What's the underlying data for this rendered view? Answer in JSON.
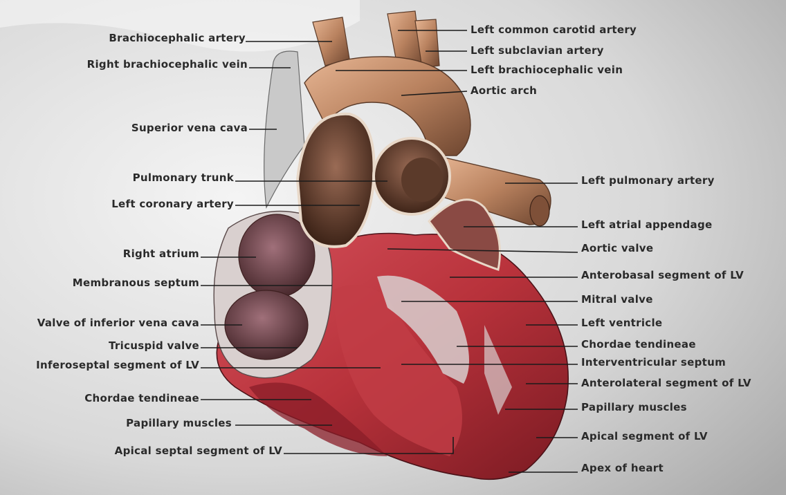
{
  "labels_left": [
    {
      "id": "brachiocephalic-artery",
      "text": "Brachiocephalic artery"
    },
    {
      "id": "right-brachiocephalic-vein",
      "text": "Right brachiocephalic vein"
    },
    {
      "id": "superior-vena-cava",
      "text": "Superior vena cava"
    },
    {
      "id": "pulmonary-trunk",
      "text": "Pulmonary trunk"
    },
    {
      "id": "left-coronary-artery",
      "text": "Left coronary artery"
    },
    {
      "id": "right-atrium",
      "text": "Right atrium"
    },
    {
      "id": "membranous-septum",
      "text": "Membranous septum"
    },
    {
      "id": "valve-of-inferior-vena-cava",
      "text": "Valve of inferior vena cava"
    },
    {
      "id": "tricuspid-valve",
      "text": "Tricuspid valve"
    },
    {
      "id": "inferoseptal-segment-of-lv",
      "text": "Inferoseptal segment of LV"
    },
    {
      "id": "chordae-tendineae-left",
      "text": "Chordae tendineae"
    },
    {
      "id": "papillary-muscles-left",
      "text": "Papillary muscles"
    },
    {
      "id": "apical-septal-segment-of-lv",
      "text": "Apical septal segment of LV"
    }
  ],
  "labels_right": [
    {
      "id": "left-common-carotid-artery",
      "text": "Left common carotid artery"
    },
    {
      "id": "left-subclavian-artery",
      "text": "Left subclavian artery"
    },
    {
      "id": "left-brachiocephalic-vein",
      "text": "Left brachiocephalic vein"
    },
    {
      "id": "aortic-arch",
      "text": "Aortic arch"
    },
    {
      "id": "left-pulmonary-artery",
      "text": "Left pulmonary artery"
    },
    {
      "id": "left-atrial-appendage",
      "text": "Left atrial appendage"
    },
    {
      "id": "aortic-valve",
      "text": "Aortic valve"
    },
    {
      "id": "anterobasal-segment-of-lv",
      "text": "Anterobasal segment of LV"
    },
    {
      "id": "mitral-valve",
      "text": "Mitral valve"
    },
    {
      "id": "left-ventricle",
      "text": "Left ventricle"
    },
    {
      "id": "chordae-tendineae-right",
      "text": "Chordae tendineae"
    },
    {
      "id": "interventricular-septum",
      "text": "Interventricular septum"
    },
    {
      "id": "anterolateral-segment-of-lv",
      "text": "Anterolateral segment of LV"
    },
    {
      "id": "papillary-muscles-right",
      "text": "Papillary muscles"
    },
    {
      "id": "apical-segment-of-lv",
      "text": "Apical segment of LV"
    },
    {
      "id": "apex-of-heart",
      "text": "Apex of heart"
    }
  ],
  "colors": {
    "background": "#e9e9e9",
    "vessel": "#b9825f",
    "myocardium": "#b8323b",
    "atrium": "#7a4a44",
    "label": "#2a2a2a"
  }
}
